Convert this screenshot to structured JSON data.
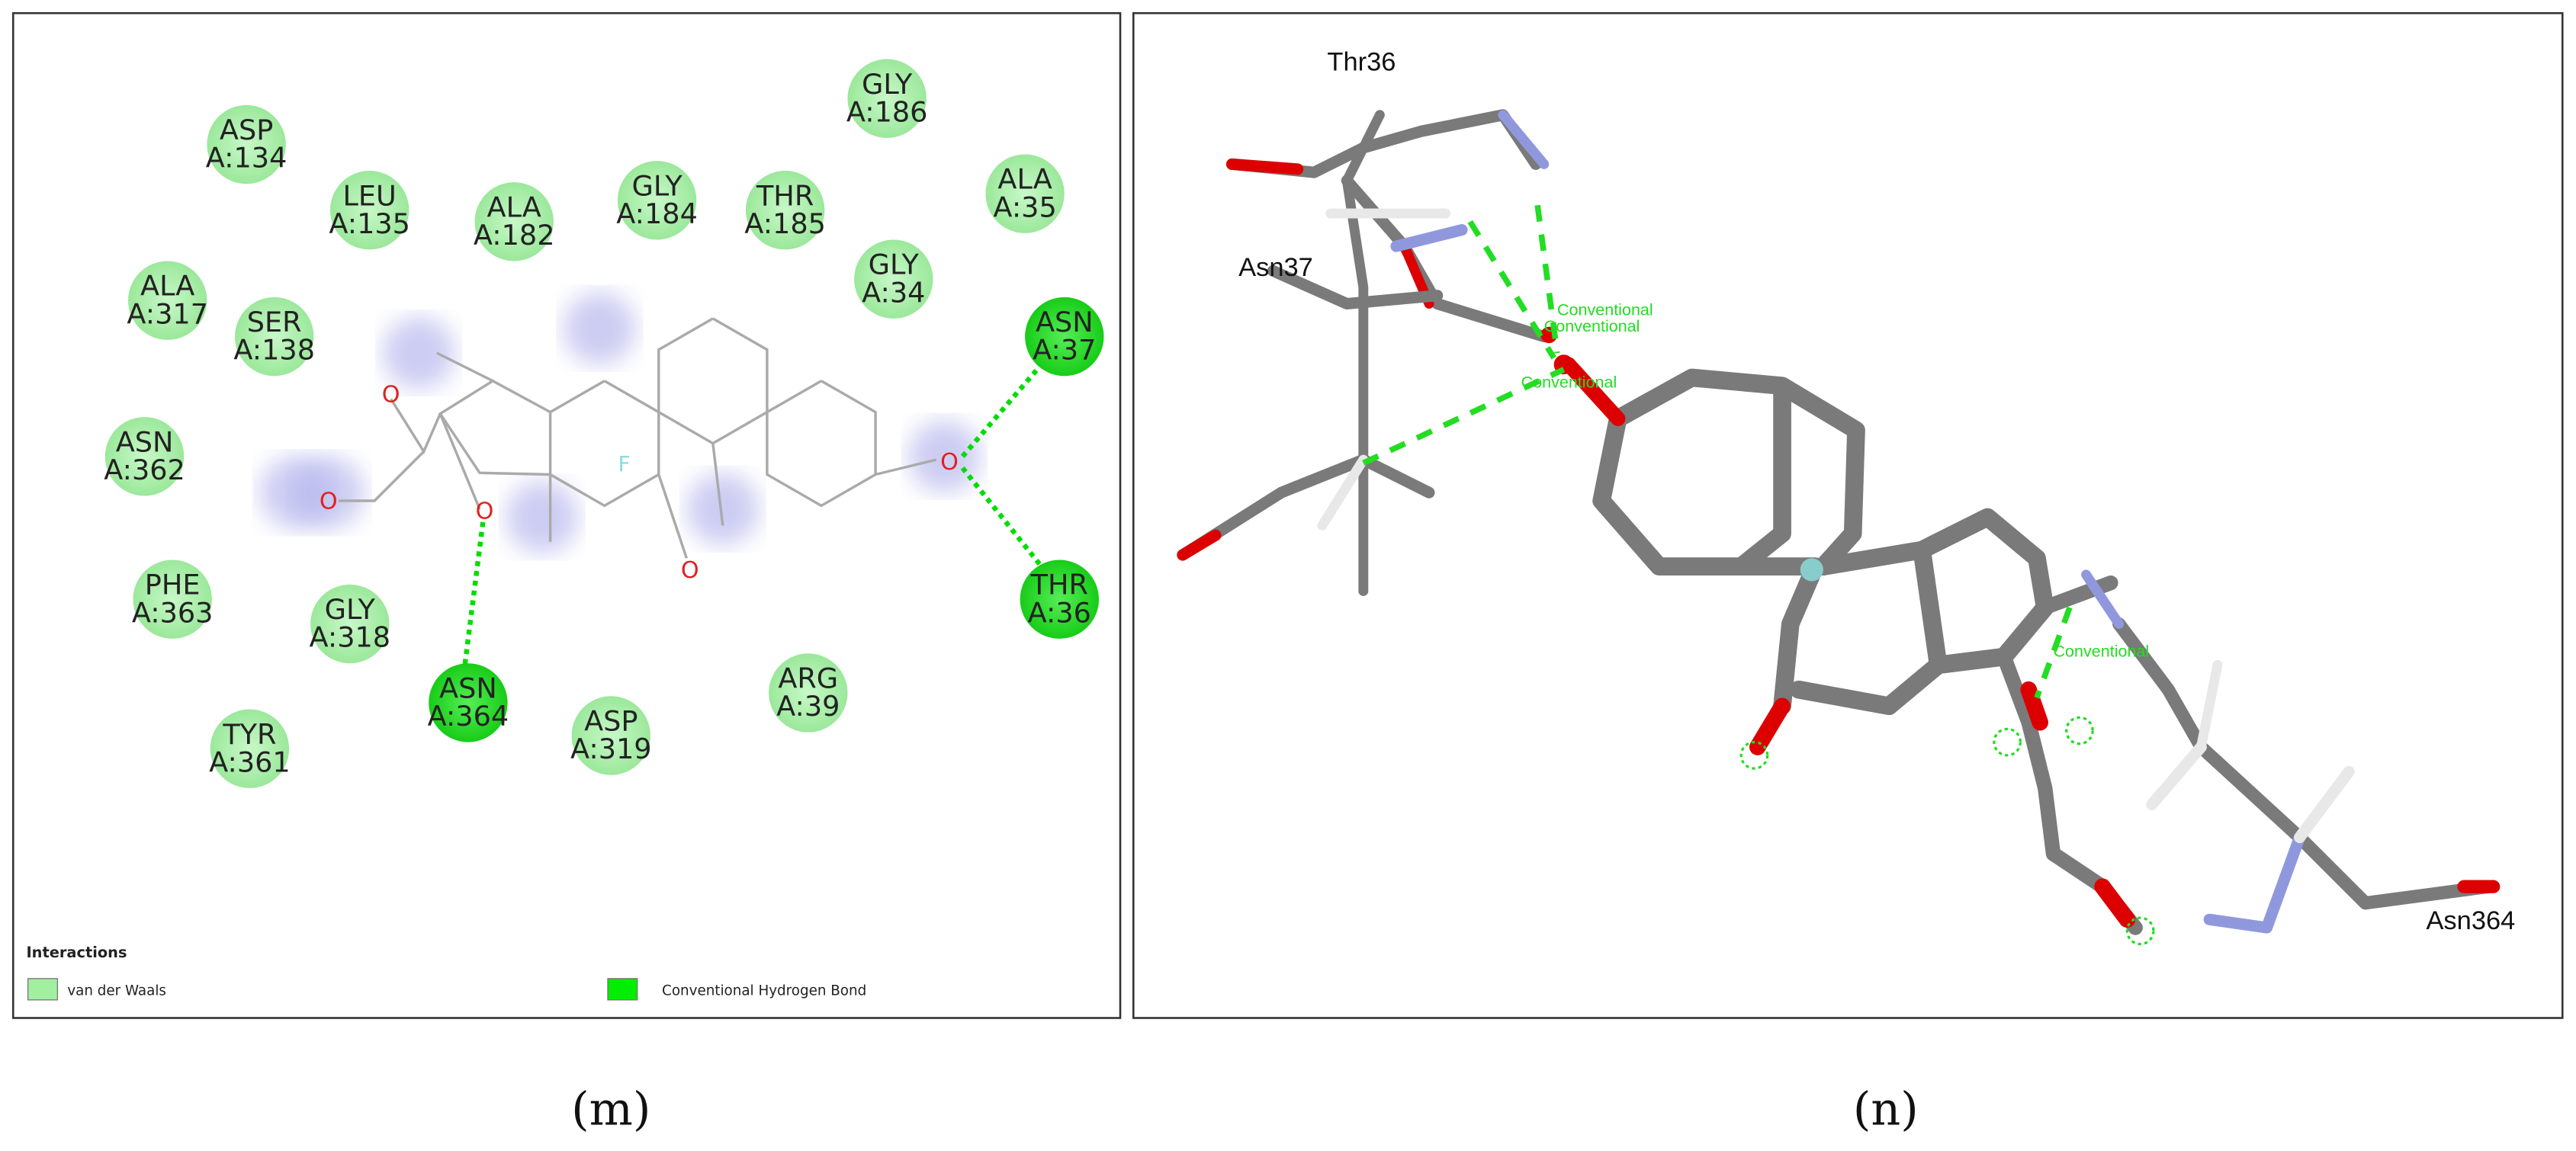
{
  "panel_m": {
    "caption": "(m)",
    "residues": [
      {
        "name": "ASP",
        "id": "A:134",
        "type": "vdw"
      },
      {
        "name": "LEU",
        "id": "A:135",
        "type": "vdw"
      },
      {
        "name": "ALA",
        "id": "A:182",
        "type": "vdw"
      },
      {
        "name": "GLY",
        "id": "A:184",
        "type": "vdw"
      },
      {
        "name": "THR",
        "id": "A:185",
        "type": "vdw"
      },
      {
        "name": "GLY",
        "id": "A:186",
        "type": "vdw"
      },
      {
        "name": "ALA",
        "id": "A:35",
        "type": "vdw"
      },
      {
        "name": "GLY",
        "id": "A:34",
        "type": "vdw"
      },
      {
        "name": "ASN",
        "id": "A:37",
        "type": "hbond"
      },
      {
        "name": "THR",
        "id": "A:36",
        "type": "hbond"
      },
      {
        "name": "ALA",
        "id": "A:317",
        "type": "vdw"
      },
      {
        "name": "SER",
        "id": "A:138",
        "type": "vdw"
      },
      {
        "name": "ASN",
        "id": "A:362",
        "type": "vdw"
      },
      {
        "name": "PHE",
        "id": "A:363",
        "type": "vdw"
      },
      {
        "name": "GLY",
        "id": "A:318",
        "type": "vdw"
      },
      {
        "name": "ASN",
        "id": "A:364",
        "type": "hbond"
      },
      {
        "name": "ASP",
        "id": "A:319",
        "type": "vdw"
      },
      {
        "name": "ARG",
        "id": "A:39",
        "type": "vdw"
      },
      {
        "name": "TYR",
        "id": "A:361",
        "type": "vdw"
      }
    ],
    "legend": {
      "title": "Interactions",
      "items": [
        {
          "label": "van der Waals",
          "color": "#a0f0a0"
        },
        {
          "label": "Conventional Hydrogen Bond",
          "color": "#00ee00"
        }
      ]
    },
    "colors": {
      "vdw": "#a8f0a8",
      "hbond": "#22dd22",
      "halo": "#b8b8ee",
      "bond_line": "#00dd00",
      "oxygen": "#e02020",
      "fluorine": "#88dddd"
    },
    "atoms": {
      "oxygen": "O",
      "fluorine": "F"
    }
  },
  "panel_n": {
    "caption": "(n)",
    "labels": [
      "Thr36",
      "Asn37",
      "Asn364"
    ],
    "hbond_labels": [
      "Conventional",
      "Conventional",
      "Conventional",
      "Conventional"
    ],
    "colors": {
      "carbon": "#7a7a7a",
      "oxygen": "#dd0000",
      "nitrogen": "#9098dd",
      "hydrogen": "#e8e8e8",
      "fluorine": "#88cccc",
      "hbond": "#22dd22"
    }
  }
}
